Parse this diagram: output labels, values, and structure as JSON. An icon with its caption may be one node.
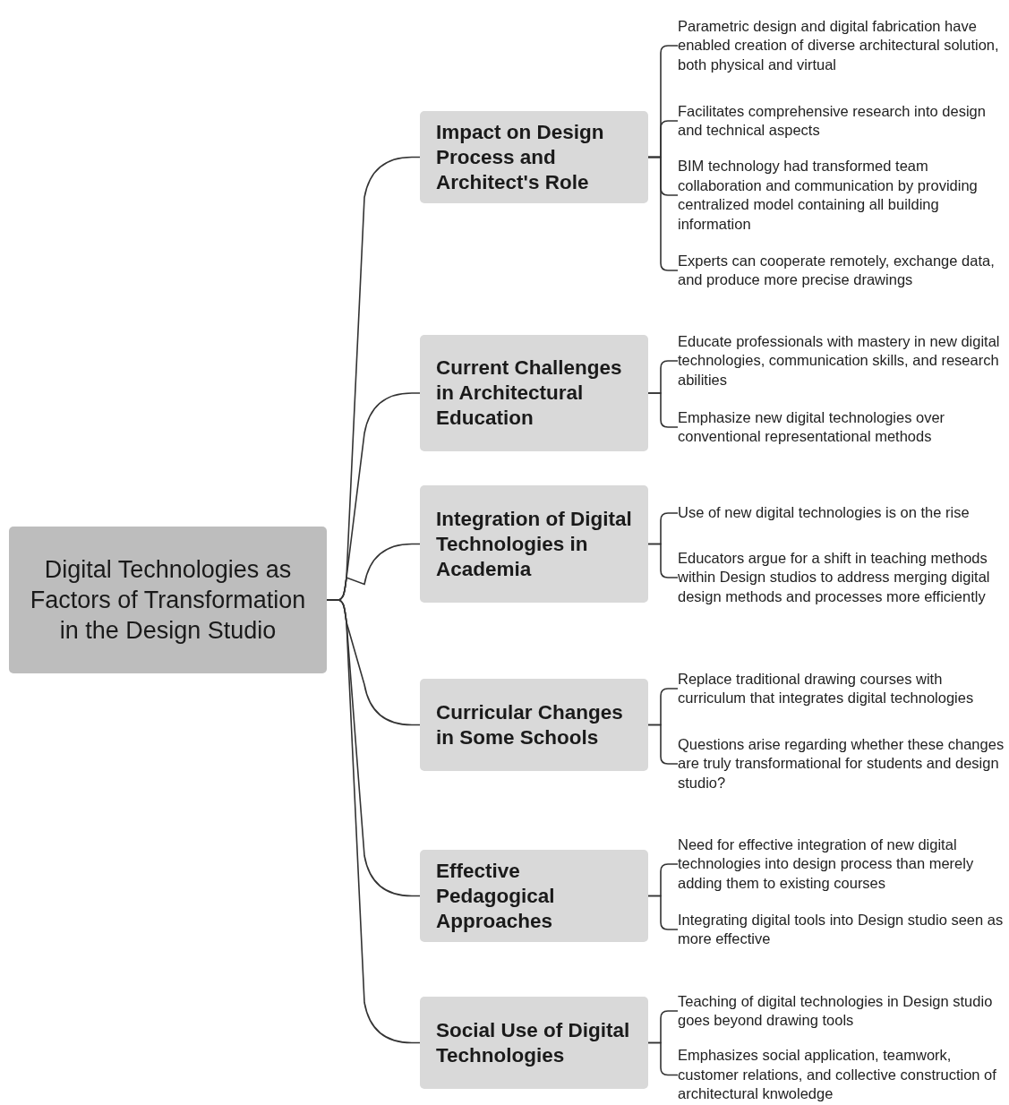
{
  "diagram": {
    "nodes": [
      {
        "text": [
          "Digital Technologies as Factors of Transformation in the Design Studio"
        ]
      },
      {
        "text": [
          "Impact on Design Process and Architect's Role"
        ]
      },
      {
        "text": [
          "Parametric design and digital fabrication have enabled creation of diverse architectural solution, both physical and virtual"
        ]
      },
      {
        "text": [
          "Facilitates comprehensive research into design and technical aspects"
        ]
      },
      {
        "text": [
          "BIM technology had transformed team collaboration and communication by providing centralized model containing all building information"
        ]
      },
      {
        "text": [
          "Experts can cooperate remotely, exchange data, and produce more precise drawings"
        ]
      },
      {
        "text": [
          "Current Challenges in Architectural Education"
        ]
      },
      {
        "text": [
          "Educate professionals with mastery in new digital technologies, communication skills, and research abilities"
        ]
      },
      {
        "text": [
          "Emphasize new digital technologies over conventional representational methods"
        ]
      },
      {
        "text": [
          "Integration of Digital Technologies in Academia"
        ]
      },
      {
        "text": [
          "Use of new digital technologies is on the rise"
        ]
      },
      {
        "text": [
          "Educators argue for a shift in teaching methods within Design studios to address merging digital design methods and processes more efficiently"
        ]
      },
      {
        "text": [
          "Curricular Changes in Some Schools"
        ]
      },
      {
        "text": [
          "Replace traditional drawing courses with curriculum that integrates digital technologies"
        ]
      },
      {
        "text": [
          "Questions arise regarding whether these changes are truly transformational for students and design studio?"
        ]
      },
      {
        "text": [
          "Effective Pedagogical Approaches"
        ]
      },
      {
        "text": [
          "Need for effective integration of new digital technologies into design process than merely adding them to existing courses"
        ]
      },
      {
        "text": [
          "Integrating digital tools into Design studio seen as more effective"
        ]
      },
      {
        "text": [
          "Social Use of Digital Technologies"
        ]
      },
      {
        "text": [
          "Teaching of digital technologies in Design studio goes beyond drawing tools"
        ]
      },
      {
        "text": [
          "Emphasizes social application, teamwork, customer relations, and collective construction of architectural knwoledge"
        ]
      }
    ],
    "edges": [
      {
        "from": 0,
        "to": 1,
        "arrow": "none"
      },
      {
        "from": 0,
        "to": 6,
        "arrow": "none"
      },
      {
        "from": 0,
        "to": 9,
        "arrow": "none"
      },
      {
        "from": 0,
        "to": 12,
        "arrow": "none"
      },
      {
        "from": 0,
        "to": 15,
        "arrow": "none"
      },
      {
        "from": 0,
        "to": 18,
        "arrow": "none"
      },
      {
        "from": 1,
        "to": 2,
        "arrow": "none"
      },
      {
        "from": 1,
        "to": 3,
        "arrow": "none"
      },
      {
        "from": 1,
        "to": 4,
        "arrow": "none"
      },
      {
        "from": 1,
        "to": 5,
        "arrow": "none"
      },
      {
        "from": 6,
        "to": 7,
        "arrow": "none"
      },
      {
        "from": 6,
        "to": 8,
        "arrow": "none"
      },
      {
        "from": 9,
        "to": 10,
        "arrow": "none"
      },
      {
        "from": 9,
        "to": 11,
        "arrow": "none"
      },
      {
        "from": 12,
        "to": 13,
        "arrow": "none"
      },
      {
        "from": 12,
        "to": 14,
        "arrow": "none"
      },
      {
        "from": 15,
        "to": 16,
        "arrow": "none"
      },
      {
        "from": 15,
        "to": 17,
        "arrow": "none"
      },
      {
        "from": 18,
        "to": 19,
        "arrow": "none"
      },
      {
        "from": 18,
        "to": 20,
        "arrow": "none"
      }
    ]
  }
}
